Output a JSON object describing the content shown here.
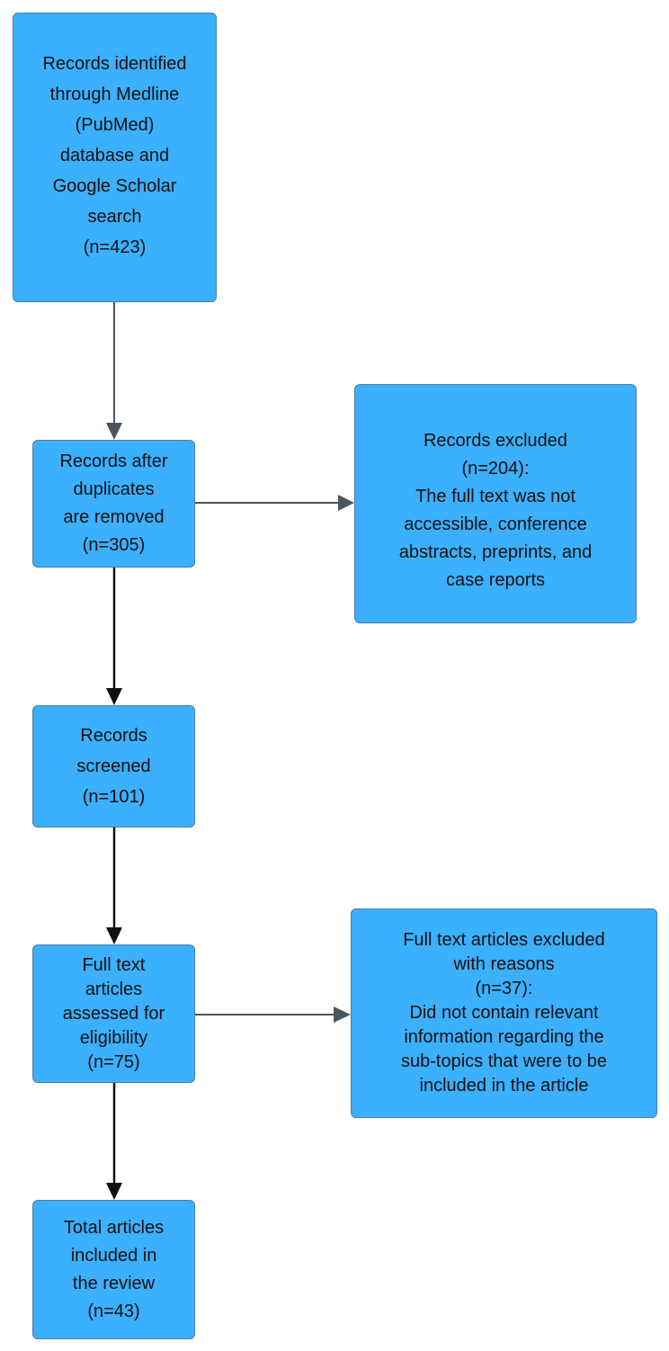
{
  "diagram": {
    "type": "flowchart",
    "colors": {
      "box_fill": "#3bb0fd",
      "box_border": "#4a7fa8",
      "arrow_gray": "#4b5560",
      "arrow_black": "#111111",
      "text": "#111111"
    },
    "boxes": {
      "identified": {
        "lines": [
          "Records identified",
          "through Medline",
          "(PubMed)",
          "database and",
          "Google Scholar",
          "search",
          "(n=423)"
        ]
      },
      "after_duplicates": {
        "lines": [
          "Records after",
          "duplicates",
          "are removed",
          "(n=305)"
        ]
      },
      "excluded": {
        "lines": [
          "Records excluded",
          "(n=204):",
          "The full text was not",
          "accessible, conference",
          "abstracts, preprints, and",
          "case reports"
        ]
      },
      "screened": {
        "lines": [
          "Records",
          "screened",
          "(n=101)"
        ]
      },
      "full_text": {
        "lines": [
          "Full text",
          "articles",
          "assessed for",
          "eligibility",
          "(n=75)"
        ]
      },
      "full_text_excluded": {
        "lines": [
          "Full text articles excluded",
          "with reasons",
          "(n=37):",
          "Did not contain relevant",
          "information regarding the",
          "sub-topics that were to be",
          "included in the article"
        ]
      },
      "included": {
        "lines": [
          "Total articles",
          "included in",
          "the review",
          "(n=43)"
        ]
      }
    }
  }
}
